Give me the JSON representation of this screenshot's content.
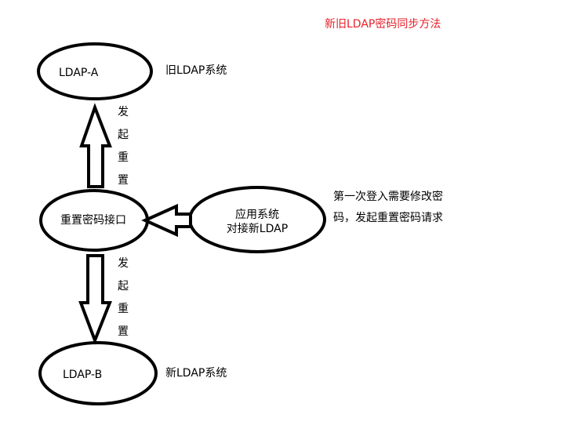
{
  "title": "新旧LDAP密码同步方法",
  "nodes": {
    "ldap_a": {
      "label": "LDAP-A",
      "note": "旧LDAP系统"
    },
    "ldap_b": {
      "label": "LDAP-B",
      "note": "新LDAP系统"
    },
    "reset": {
      "label": "重置密码接口"
    },
    "app": {
      "line1": "应用系统",
      "line2": "对接新LDAP"
    }
  },
  "arrows": {
    "up_label": "发起重置",
    "down_label": "发起重置"
  },
  "app_note": "第一次登入需要修改密码，发起重置密码请求",
  "colors": {
    "title": "#e8202a",
    "stroke": "#000000"
  }
}
